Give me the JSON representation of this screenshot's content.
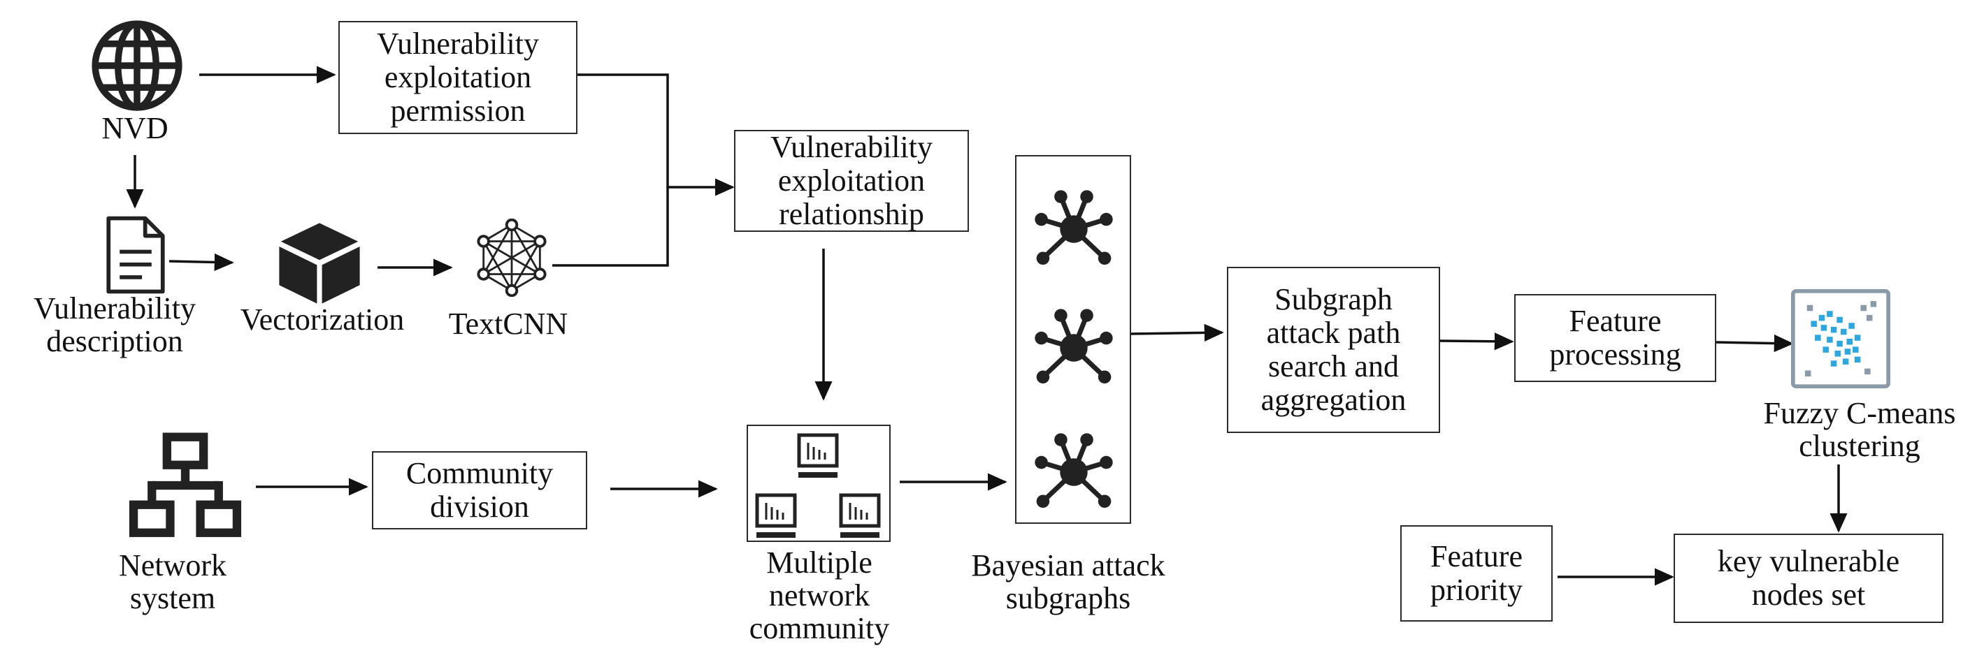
{
  "nodes": {
    "nvd": "NVD",
    "vuln_permission": [
      "Vulnerability",
      "exploitation",
      "permission"
    ],
    "vuln_description": [
      "Vulnerability",
      "description"
    ],
    "vectorization": "Vectorization",
    "textcnn": "TextCNN",
    "vuln_relationship": [
      "Vulnerability",
      "exploitation",
      "relationship"
    ],
    "network_system": [
      "Network",
      "system"
    ],
    "community_division": [
      "Community",
      "division"
    ],
    "multiple_community": [
      "Multiple",
      "network",
      "community"
    ],
    "bayesian": [
      "Bayesian attack",
      "subgraphs"
    ],
    "subgraph_search": [
      "Subgraph",
      "attack path",
      "search and",
      "aggregation"
    ],
    "feature_processing": [
      "Feature",
      "processing"
    ],
    "fuzzy": [
      "Fuzzy C-means",
      "clustering"
    ],
    "feature_priority": [
      "Feature",
      "priority"
    ],
    "key_nodes": [
      "key vulnerable",
      "nodes set"
    ]
  },
  "icons": [
    "globe-icon",
    "document-icon",
    "cube-icon",
    "neural-network-icon",
    "network-topology-icon",
    "monitor-icon",
    "graph-node-icon",
    "scatter-plot-icon"
  ],
  "colors": {
    "line": "#111111",
    "icon": "#222222",
    "scatter": "#2ea7e0",
    "scatter_border": "#8a9aa8"
  }
}
